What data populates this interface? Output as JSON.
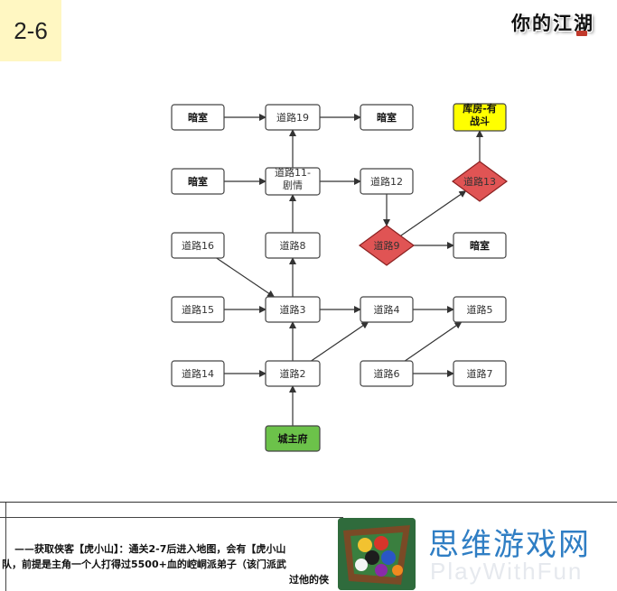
{
  "badge": {
    "label": "2-6"
  },
  "brand": {
    "text": "你的江湖"
  },
  "nodes": [
    {
      "id": "anshi_a",
      "label": "暗室",
      "kind": "rect",
      "bold": true
    },
    {
      "id": "road19",
      "label": "道路19",
      "kind": "rect",
      "bold": false
    },
    {
      "id": "anshi_b",
      "label": "暗室",
      "kind": "rect",
      "bold": true
    },
    {
      "id": "kufang",
      "label": "库房-有",
      "label2": "战斗",
      "kind": "rect-yellow",
      "bold": true
    },
    {
      "id": "anshi_c",
      "label": "暗室",
      "kind": "rect",
      "bold": true
    },
    {
      "id": "road11",
      "label": "道路11-",
      "label2": "剧情",
      "kind": "rect",
      "bold": false
    },
    {
      "id": "road12",
      "label": "道路12",
      "kind": "rect",
      "bold": false
    },
    {
      "id": "road13",
      "label": "道路13",
      "kind": "diamond",
      "bold": false
    },
    {
      "id": "road16",
      "label": "道路16",
      "kind": "rect",
      "bold": false
    },
    {
      "id": "road8",
      "label": "道路8",
      "kind": "rect",
      "bold": false
    },
    {
      "id": "road9",
      "label": "道路9",
      "kind": "diamond",
      "bold": false
    },
    {
      "id": "anshi_d",
      "label": "暗室",
      "kind": "rect",
      "bold": true
    },
    {
      "id": "road15",
      "label": "道路15",
      "kind": "rect",
      "bold": false
    },
    {
      "id": "road3",
      "label": "道路3",
      "kind": "rect",
      "bold": false
    },
    {
      "id": "road4",
      "label": "道路4",
      "kind": "rect",
      "bold": false
    },
    {
      "id": "road5",
      "label": "道路5",
      "kind": "rect",
      "bold": false
    },
    {
      "id": "road14",
      "label": "道路14",
      "kind": "rect",
      "bold": false
    },
    {
      "id": "road2",
      "label": "道路2",
      "kind": "rect",
      "bold": false
    },
    {
      "id": "road6",
      "label": "道路6",
      "kind": "rect",
      "bold": false
    },
    {
      "id": "road7",
      "label": "道路7",
      "kind": "rect",
      "bold": false
    },
    {
      "id": "chengzhufu",
      "label": "城主府",
      "kind": "rect-green",
      "bold": true
    }
  ],
  "edges": [
    {
      "from": "anshi_a",
      "to": "road19"
    },
    {
      "from": "road19",
      "to": "anshi_b"
    },
    {
      "from": "anshi_c",
      "to": "road11"
    },
    {
      "from": "road11",
      "to": "road19"
    },
    {
      "from": "road11",
      "to": "road12"
    },
    {
      "from": "road8",
      "to": "road11"
    },
    {
      "from": "road12",
      "to": "road9"
    },
    {
      "from": "road9",
      "to": "anshi_d"
    },
    {
      "from": "road9",
      "to": "road13"
    },
    {
      "from": "road13",
      "to": "kufang"
    },
    {
      "from": "road16",
      "to": "road3"
    },
    {
      "from": "road3",
      "to": "road8"
    },
    {
      "from": "road15",
      "to": "road3"
    },
    {
      "from": "road3",
      "to": "road4"
    },
    {
      "from": "road4",
      "to": "road5"
    },
    {
      "from": "road14",
      "to": "road2"
    },
    {
      "from": "road2",
      "to": "road3"
    },
    {
      "from": "road2",
      "to": "road4"
    },
    {
      "from": "road6",
      "to": "road5"
    },
    {
      "from": "road6",
      "to": "road7"
    },
    {
      "from": "chengzhufu",
      "to": "road2"
    }
  ],
  "colors": {
    "diamond": "#e05454",
    "yellow": "#ffff00",
    "green": "#6cc24a",
    "stroke": "#444444"
  },
  "bottom_text": {
    "line1": "——获取侠客【虎小山】：通关2-7后进入地图，会有【虎小山",
    "line2": "队，前提是主角一个人打得过5500+血的崆峒派弟子（该门派武",
    "line3": "过他的侠"
  },
  "site": {
    "name": "思维游戏网",
    "sub": "PlayWithFun"
  }
}
